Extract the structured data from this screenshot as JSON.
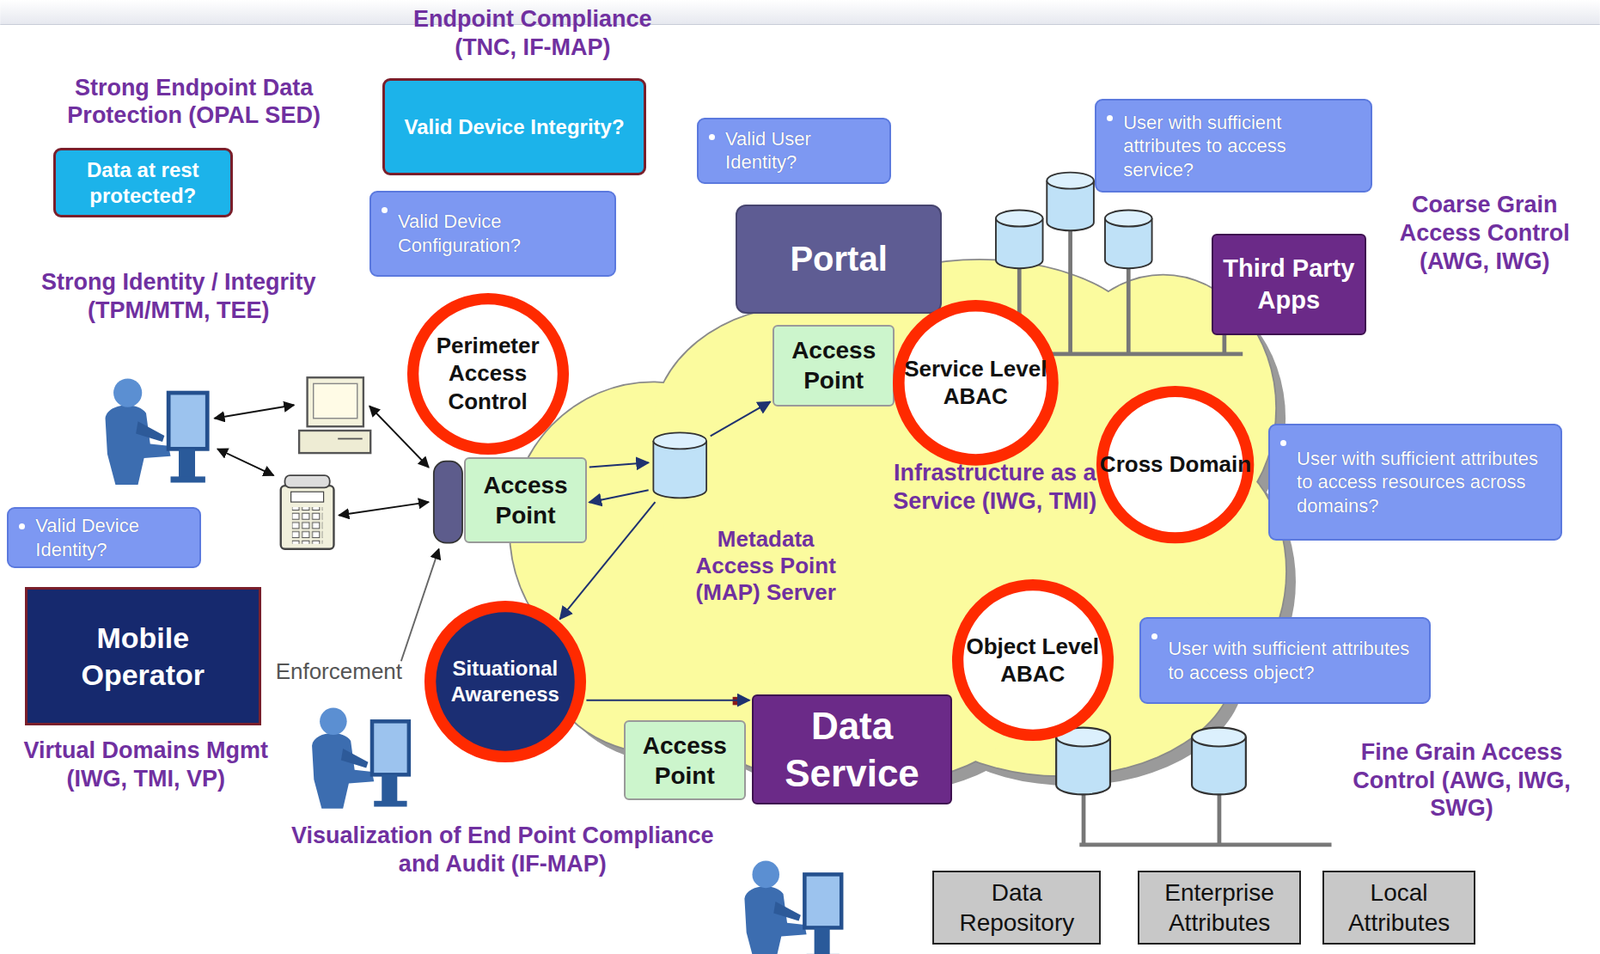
{
  "diagram": {
    "nodes": [
      {
        "text": [
          "Data at rest protected?"
        ]
      },
      {
        "text": [
          "Valid Device Integrity?"
        ]
      },
      {
        "text": [
          "Valid Device Configuration?"
        ]
      },
      {
        "text": [
          "Valid User Identity?"
        ]
      },
      {
        "text": [
          "Portal"
        ]
      },
      {
        "text": [
          "User with sufficient attributes to access service?"
        ]
      },
      {
        "text": [
          "Third Party Apps"
        ]
      },
      {
        "text": [
          "Perimeter Access Control"
        ]
      },
      {
        "text": [
          "Access Point"
        ]
      },
      {
        "text": [
          "Service Level ABAC"
        ]
      },
      {
        "text": [
          "Access Point"
        ]
      },
      {
        "text": [
          "Metadata Access Point (MAP) Server"
        ]
      },
      {
        "text": [
          "Cross Domain"
        ]
      },
      {
        "text": [
          "User with sufficient attributes to access resources across domains?"
        ]
      },
      {
        "text": [
          "Valid Device Identity?"
        ]
      },
      {
        "text": [
          "Mobile Operator"
        ]
      },
      {
        "text": [
          "Situational Awareness"
        ]
      },
      {
        "text": [
          "Object Level ABAC"
        ]
      },
      {
        "text": [
          "User with sufficient attributes to access object?"
        ]
      },
      {
        "text": [
          "Access Point"
        ]
      },
      {
        "text": [
          "Data Service"
        ]
      },
      {
        "text": [
          "Data Repository"
        ]
      },
      {
        "text": [
          "Enterprise Attributes"
        ]
      },
      {
        "text": [
          "Local Attributes"
        ]
      }
    ],
    "edges": [
      {
        "from": 10,
        "to": 11,
        "arrow": "to"
      },
      {
        "from": 11,
        "to": 10,
        "arrow": "to"
      },
      {
        "from": 11,
        "to": 8,
        "arrow": "to"
      },
      {
        "from": 11,
        "to": 16,
        "arrow": "to"
      },
      {
        "from": 16,
        "to": 20,
        "arrow": "to"
      }
    ],
    "labels": [
      "Endpoint Compliance (TNC, IF-MAP)",
      "Strong Endpoint Data Protection (OPAL SED)",
      "Strong Identity / Integrity (TPM/MTM, TEE)",
      "Coarse Grain Access Control (AWG, IWG)",
      "Infrastructure as a Service (IWG, TMI)",
      "Enforcement",
      "Virtual Domains Mgmt (IWG, TMI, VP)",
      "Visualization of End Point Compliance and Audit (IF-MAP)",
      "Fine Grain Access Control (AWG, IWG, SWG)"
    ]
  }
}
